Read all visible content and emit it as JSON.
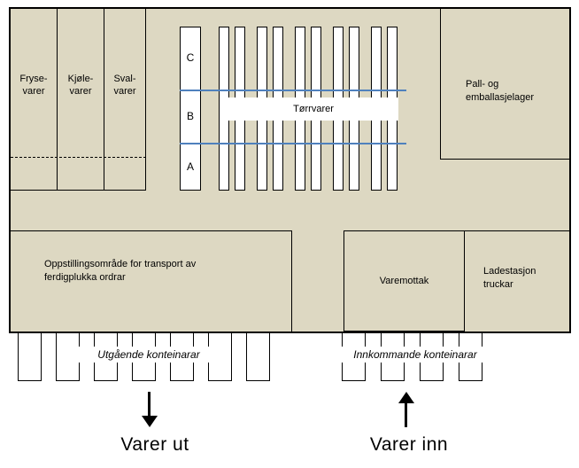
{
  "palette": {
    "floor_fill": "#ddd8c2",
    "outline": "#000000",
    "rack_fill": "#ffffff",
    "shelf_line_blue": "#4f81bd"
  },
  "zones": {
    "frysevarer": "Fryse-\nvarer",
    "kjolevarer": "Kjøle-\nvarer",
    "svalvarer": "Sval-\nvarer",
    "torrvarer": "Tørrvarer",
    "pall": "Pall- og\nemballasjelager",
    "oppstilling": "Oppstillingsområde for transport av\nferdigplukka ordrar",
    "varemottak": "Varemottak",
    "ladestasjon": "Ladestasjon\ntruckar"
  },
  "rack_labels": [
    "C",
    "B",
    "A"
  ],
  "flows": {
    "outgoing_label": "Utgående konteinarar",
    "incoming_label": "Innkommande konteinarar",
    "out_text": "Varer ut",
    "in_text": "Varer inn"
  }
}
